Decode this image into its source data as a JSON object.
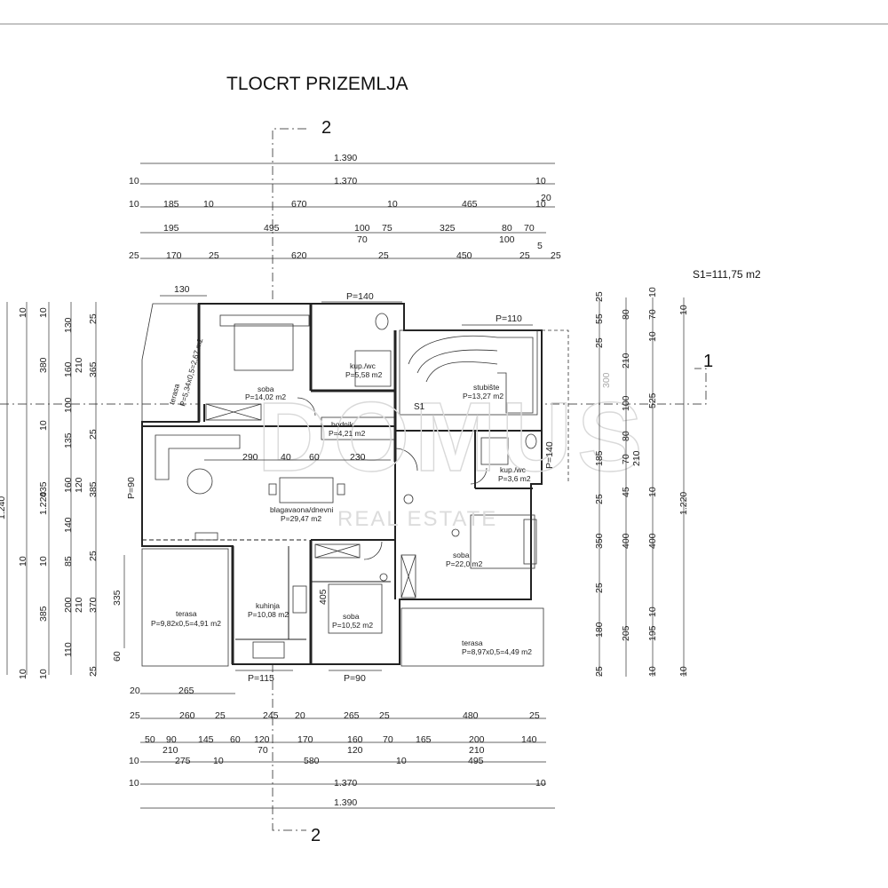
{
  "title": "TLOCRT PRIZEMLJA",
  "area_total": "S1=111,75 m2",
  "section_marks": {
    "top": "2",
    "bottom": "2",
    "right": "1",
    "stair": "S1"
  },
  "rooms": {
    "terasa_left": [
      "terasa",
      "P=5,34x0,5=2,67 m2"
    ],
    "soba_nw": [
      "soba",
      "P=14,02 m2"
    ],
    "kupwc_n": [
      "kup./wc",
      "P=5,58 m2"
    ],
    "stubiste": [
      "stubište",
      "P=13,27 m2"
    ],
    "hodnik": [
      "hodnik",
      "P=4,21 m2"
    ],
    "kupwc_e": [
      "kup./wc",
      "P=3,6 m2"
    ],
    "blagavaona": [
      "blagavaona/dnevni",
      "P=29,47 m2"
    ],
    "soba_e": [
      "soba",
      "P=22,0 m2"
    ],
    "kuhinja": [
      "kuhinja",
      "P=10,08 m2"
    ],
    "soba_s": [
      "soba",
      "P=10,52 m2"
    ],
    "terasa_sw": [
      "terasa",
      "P=9,82x0,5=4,91 m2"
    ],
    "terasa_se": [
      "terasa",
      "P=8,97x0,5=4,49 m2"
    ]
  },
  "openings": {
    "p130": "130",
    "p140_top": "P=140",
    "p110": "P=110",
    "p140_right": "P=140",
    "p90_left": "P=90",
    "p115": "P=115",
    "p90_bottom": "P=90",
    "h405": "405",
    "h335": "335",
    "h60": "60",
    "h300": "300"
  },
  "interior_dims": [
    "290",
    "40",
    "60",
    "230"
  ],
  "dims_top": {
    "r1": [
      "1.390"
    ],
    "r2": [
      "10",
      "1.370",
      "10"
    ],
    "r3": [
      "10",
      "185",
      "10",
      "670",
      "10",
      "465",
      "10",
      "20"
    ],
    "r4": [
      "195",
      "495",
      "100",
      "70",
      "75",
      "325",
      "80",
      "100",
      "70",
      "5"
    ],
    "r5": [
      "25",
      "170",
      "25",
      "620",
      "25",
      "450",
      "25",
      "25"
    ]
  },
  "dims_bottom": {
    "r0": [
      "20",
      "265"
    ],
    "r1": [
      "25",
      "260",
      "25",
      "245",
      "20",
      "265",
      "25",
      "480",
      "25"
    ],
    "r2": [
      "50",
      "90",
      "145",
      "60",
      "120",
      "170",
      "160",
      "70",
      "165",
      "200",
      "140"
    ],
    "r2b": [
      "210",
      "70",
      "120",
      "210"
    ],
    "r3": [
      "10",
      "275",
      "10",
      "580",
      "10",
      "495"
    ],
    "r4": [
      "10",
      "1.370",
      "10"
    ],
    "r5": [
      "1.390"
    ]
  },
  "dims_left": {
    "c1": [
      "10",
      "380",
      "10",
      "435",
      "10",
      "385",
      "10"
    ],
    "c2": [
      "130",
      "160",
      "100",
      "135",
      "160",
      "140",
      "85",
      "200",
      "110"
    ],
    "c3": [
      "210",
      "120",
      "210"
    ],
    "c4": [
      "25",
      "365",
      "25",
      "385",
      "25",
      "370",
      "25"
    ],
    "c5": [
      "1.220"
    ],
    "c0": [
      "10",
      "10",
      "10"
    ],
    "c_edge": [
      "1.240"
    ]
  },
  "dims_right": {
    "c1": [
      "25",
      "55",
      "25",
      "300",
      "185",
      "25",
      "350",
      "25",
      "180",
      "25"
    ],
    "c2": [
      "80",
      "210",
      "100",
      "80",
      "70",
      "45",
      "400",
      "205"
    ],
    "c3": [
      "10",
      "70",
      "10",
      "210",
      "10",
      "400",
      "10",
      "195",
      "10"
    ],
    "c4": [
      "525"
    ],
    "c5": [
      "1.220"
    ],
    "c6": [
      "10",
      "10"
    ]
  },
  "watermark": {
    "logo": "DOMUS",
    "tag": "REAL ESTATE"
  }
}
